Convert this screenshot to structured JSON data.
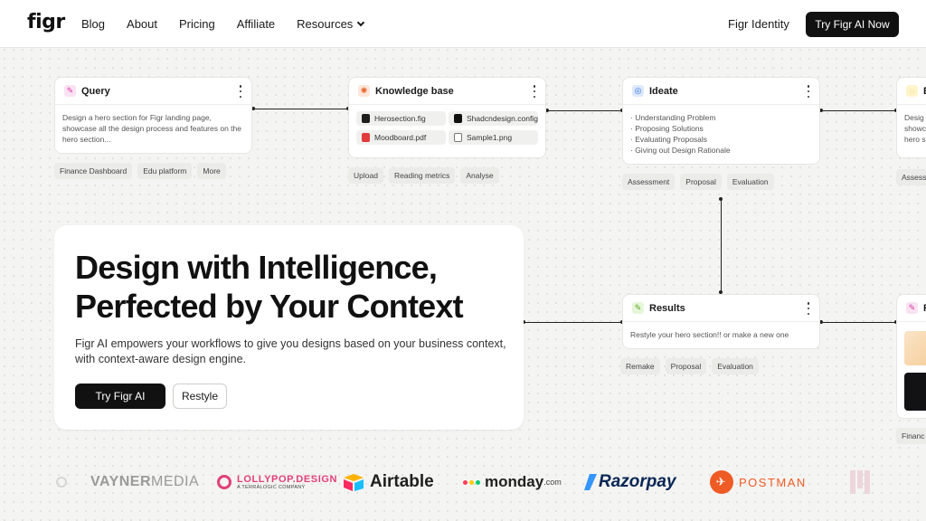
{
  "nav": {
    "logo": "figr",
    "links": [
      "Blog",
      "About",
      "Pricing",
      "Affiliate",
      "Resources"
    ],
    "identity": "Figr Identity",
    "cta": "Try Figr AI Now"
  },
  "query": {
    "title": "Query",
    "text": "Design a hero section for Figr landing page, showcase all the design process and features on the hero section...",
    "chips": [
      "Finance Dashboard",
      "Edu platform",
      "More"
    ]
  },
  "knowledge": {
    "title": "Knowledge base",
    "files": [
      "Herosection.fig",
      "Shadcndesign.config",
      "Moodboard.pdf",
      "Sample1.png"
    ],
    "chips": [
      "Upload",
      "Reading metrics",
      "Analyse"
    ]
  },
  "ideate": {
    "title": "Ideate",
    "items": [
      "· Understanding Problem",
      "· Proposing Solutions",
      "· Evaluating Proposals",
      "· Giving out Design Rationale"
    ],
    "chips": [
      "Assessment",
      "Proposal",
      "Evaluation"
    ]
  },
  "results": {
    "title": "Results",
    "text": "Restyle your hero section!! or make a new one",
    "chips": [
      "Remake",
      "Proposal",
      "Evaluation"
    ]
  },
  "edge_top": {
    "title": "E",
    "text": [
      "Desig",
      "showc",
      "hero s"
    ],
    "chip": "Assess"
  },
  "edge_bottom": {
    "title": "R",
    "chip": "Financ"
  },
  "hero": {
    "title_line1": "Design with Intelligence,",
    "title_line2": "Perfected by Your Context",
    "description": "Figr AI empowers your workflows to give you designs based on your business context, with context-aware design engine.",
    "primary": "Try Figr AI",
    "secondary": "Restyle"
  },
  "logos": {
    "vayner_a": "VAYNER",
    "vayner_b": "MEDIA",
    "lollipop": "LOLLYPOP.DESIGN",
    "lollipop_sub": "A TERRALOGIC COMPANY",
    "airtable": "Airtable",
    "monday": "monday",
    "monday_suffix": ".com",
    "razorpay": "Razorpay",
    "postman": "POSTMAN"
  },
  "colors": {
    "accent_dark": "#111111",
    "background": "#f4f4f2"
  }
}
